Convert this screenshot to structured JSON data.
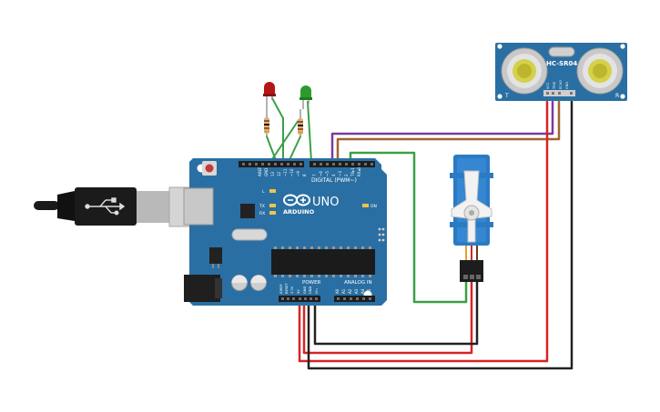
{
  "arduino": {
    "logo_text": "ARDUINO",
    "model": "UNO",
    "digital_label": "DIGITAL (PWM~)",
    "power_label": "POWER",
    "analog_label": "ANALOG IN",
    "on_label": "ON",
    "l_label": "L",
    "tx_label": "TX",
    "rx_label": "RX",
    "aref_label": "AREF",
    "gnd_label": "GND",
    "digital_pins": [
      "13",
      "12",
      "~11",
      "~10",
      "~9",
      "8",
      "7",
      "~6",
      "~5",
      "4",
      "~3",
      "2",
      "TX▸1",
      "RX◂0"
    ],
    "power_pins": [
      "IOREF",
      "RESET",
      "3.3V",
      "5V",
      "GND",
      "GND",
      "Vin"
    ],
    "analog_pins": [
      "A0",
      "A1",
      "A2",
      "A3",
      "A4",
      "A5"
    ]
  },
  "sensor": {
    "name": "HC-SR04",
    "pins": [
      "VCC",
      "TRIG",
      "ECHO",
      "GND"
    ],
    "left_mark": "T",
    "right_mark": "R"
  },
  "colors": {
    "board": "#2a6fa3",
    "wire_purple": "#7b3aa0",
    "wire_brown": "#a0652e",
    "wire_green": "#3aa046",
    "wire_red": "#d62424",
    "wire_black": "#222222",
    "led_red": "#b31515",
    "led_green": "#2d9a2d",
    "servo": "#2b7bc4"
  },
  "icons": {
    "usb": "usb-icon"
  }
}
